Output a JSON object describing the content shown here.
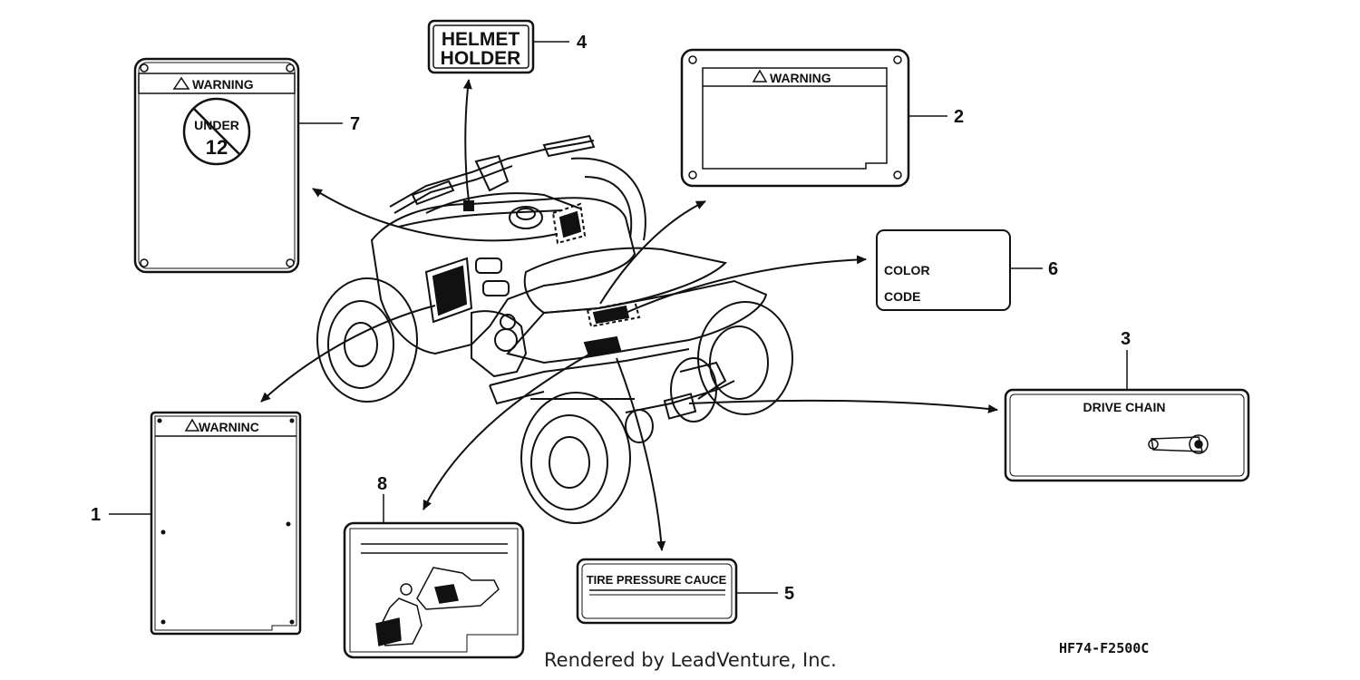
{
  "labels": {
    "warning_7": "WARNING",
    "under": "UNDER",
    "age": "12",
    "helmet_line1": "HELMET",
    "helmet_line2": "HOLDER",
    "warning_2": "WARNING",
    "color": "COLOR",
    "code": "CODE",
    "drive_chain": "DRIVE CHAIN",
    "warning_1": "WARNINC",
    "tire_pressure": "TIRE PRESSURE CAUCE"
  },
  "callouts": {
    "n1": "1",
    "n2": "2",
    "n3": "3",
    "n4": "4",
    "n5": "5",
    "n6": "6",
    "n7": "7",
    "n8": "8"
  },
  "footer": "Rendered by LeadVenture, Inc.",
  "diagram_code": "HF74-F2500C"
}
